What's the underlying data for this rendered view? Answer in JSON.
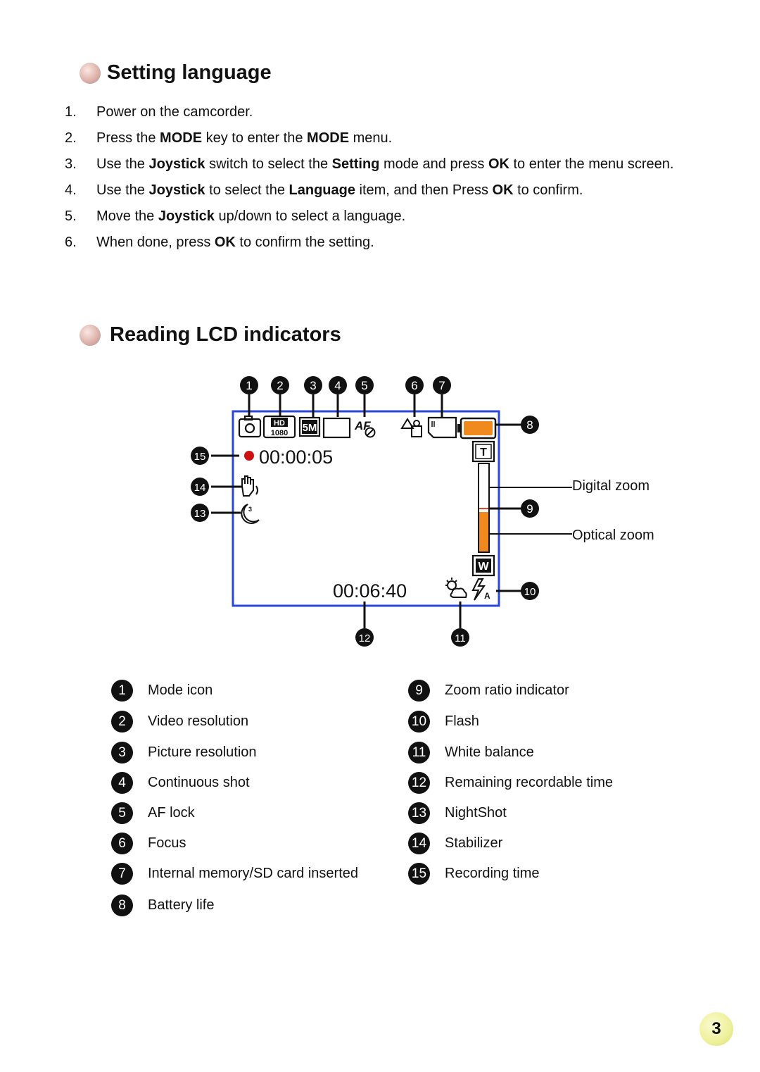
{
  "section1": {
    "title": "Setting language",
    "steps": [
      {
        "num": "1.",
        "parts": [
          {
            "t": "Power on the camcorder."
          }
        ]
      },
      {
        "num": "2.",
        "parts": [
          {
            "t": "Press the "
          },
          {
            "t": "MODE",
            "b": true
          },
          {
            "t": " key to enter the "
          },
          {
            "t": "MODE",
            "b": true
          },
          {
            "t": " menu."
          }
        ]
      },
      {
        "num": "3.",
        "parts": [
          {
            "t": "Use the "
          },
          {
            "t": "Joystick",
            "b": true
          },
          {
            "t": " switch to select the "
          },
          {
            "t": "Setting",
            "b": true
          },
          {
            "t": " mode and press "
          },
          {
            "t": "OK",
            "b": true
          },
          {
            "t": " to enter the menu screen."
          }
        ]
      },
      {
        "num": "4.",
        "parts": [
          {
            "t": "Use the "
          },
          {
            "t": "Joystick",
            "b": true
          },
          {
            "t": " to select the "
          },
          {
            "t": "Language",
            "b": true
          },
          {
            "t": " item, and then Press "
          },
          {
            "t": "OK",
            "b": true
          },
          {
            "t": " to confirm."
          }
        ]
      },
      {
        "num": "5.",
        "parts": [
          {
            "t": "Move the "
          },
          {
            "t": "Joystick",
            "b": true
          },
          {
            "t": " up/down to select a language."
          }
        ]
      },
      {
        "num": "6.",
        "parts": [
          {
            "t": "When done, press "
          },
          {
            "t": "OK",
            "b": true
          },
          {
            "t": " to confirm the setting."
          }
        ]
      }
    ]
  },
  "section2": {
    "title": "Reading LCD indicators",
    "lcd": {
      "recording_time": "00:00:05",
      "remaining_time": "00:06:40",
      "digital_zoom_label": "Digital zoom",
      "optical_zoom_label": "Optical zoom",
      "tele_label": "T",
      "wide_label": "W",
      "hd_label": "HD",
      "hd_sub_label": "1080",
      "picture_res_label": "5M",
      "af_label": "AF",
      "flash_mode_label": "A",
      "callouts": [
        "1",
        "2",
        "3",
        "4",
        "5",
        "6",
        "7",
        "8",
        "9",
        "10",
        "11",
        "12",
        "13",
        "14",
        "15"
      ],
      "border_color": "#2b47d8",
      "battery_color": "#f08a1e",
      "record_dot_color": "#cc1111",
      "optical_zoom_fraction": 0.45
    },
    "legend_left": [
      {
        "n": "1",
        "label": "Mode icon"
      },
      {
        "n": "2",
        "label": "Video resolution"
      },
      {
        "n": "3",
        "label": "Picture resolution"
      },
      {
        "n": "4",
        "label": "Continuous shot"
      },
      {
        "n": "5",
        "label": "AF lock"
      },
      {
        "n": "6",
        "label": "Focus"
      },
      {
        "n": "7",
        "label": "Internal memory/SD card inserted"
      },
      {
        "n": "8",
        "label": "Battery life"
      }
    ],
    "legend_right": [
      {
        "n": "9",
        "label": "Zoom ratio indicator"
      },
      {
        "n": "10",
        "label": "Flash"
      },
      {
        "n": "11",
        "label": "White balance"
      },
      {
        "n": "12",
        "label": "Remaining recordable time"
      },
      {
        "n": "13",
        "label": "NightShot"
      },
      {
        "n": "14",
        "label": "Stabilizer"
      },
      {
        "n": "15",
        "label": "Recording time"
      }
    ]
  },
  "page_number": "3"
}
